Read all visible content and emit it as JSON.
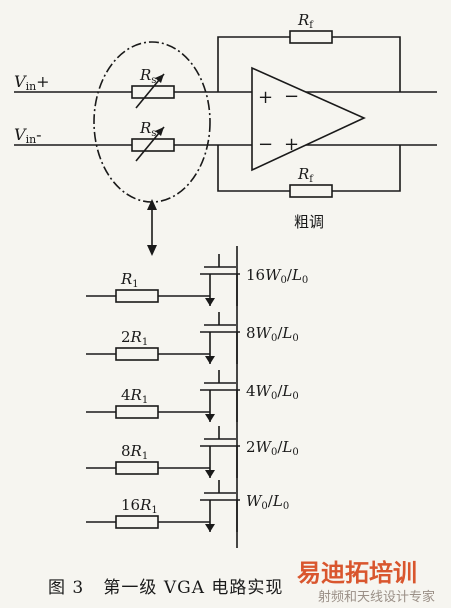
{
  "labels": {
    "vin_plus": "V",
    "vin_plus_sub": "in",
    "vin_plus_sign": "+",
    "vin_minus": "V",
    "vin_minus_sub": "in",
    "vin_minus_sign": "-",
    "rs": "R",
    "rs_sub": "s",
    "rf": "R",
    "rf_sub": "f",
    "amp_in_plus": "+",
    "amp_in_minus": "−",
    "amp_out_minus": "−",
    "amp_out_plus": "+",
    "coarse": "粗调"
  },
  "branches": [
    {
      "res_coef": "",
      "res_sym": "R",
      "res_sub": "1",
      "w_coef": "16",
      "w_sym": "W",
      "w_sub": "0",
      "slash": "/",
      "l_sym": "L",
      "l_sub": "0"
    },
    {
      "res_coef": "2",
      "res_sym": "R",
      "res_sub": "1",
      "w_coef": "8",
      "w_sym": "W",
      "w_sub": "0",
      "slash": "/",
      "l_sym": "L",
      "l_sub": "0"
    },
    {
      "res_coef": "4",
      "res_sym": "R",
      "res_sub": "1",
      "w_coef": "4",
      "w_sym": "W",
      "w_sub": "0",
      "slash": "/",
      "l_sym": "L",
      "l_sub": "0"
    },
    {
      "res_coef": "8",
      "res_sym": "R",
      "res_sub": "1",
      "w_coef": "2",
      "w_sym": "W",
      "w_sub": "0",
      "slash": "/",
      "l_sym": "L",
      "l_sub": "0"
    },
    {
      "res_coef": "16",
      "res_sym": "R",
      "res_sub": "1",
      "w_coef": "",
      "w_sym": "W",
      "w_sub": "0",
      "slash": "/",
      "l_sym": "L",
      "l_sub": "0"
    }
  ],
  "caption": "图 3   第一级 VGA 电路实现",
  "watermark": {
    "main": "易迪拓培训",
    "sub": "射频和天线设计专家"
  },
  "colors": {
    "line": "#1a1a1a",
    "watermark": "#d9562e"
  }
}
